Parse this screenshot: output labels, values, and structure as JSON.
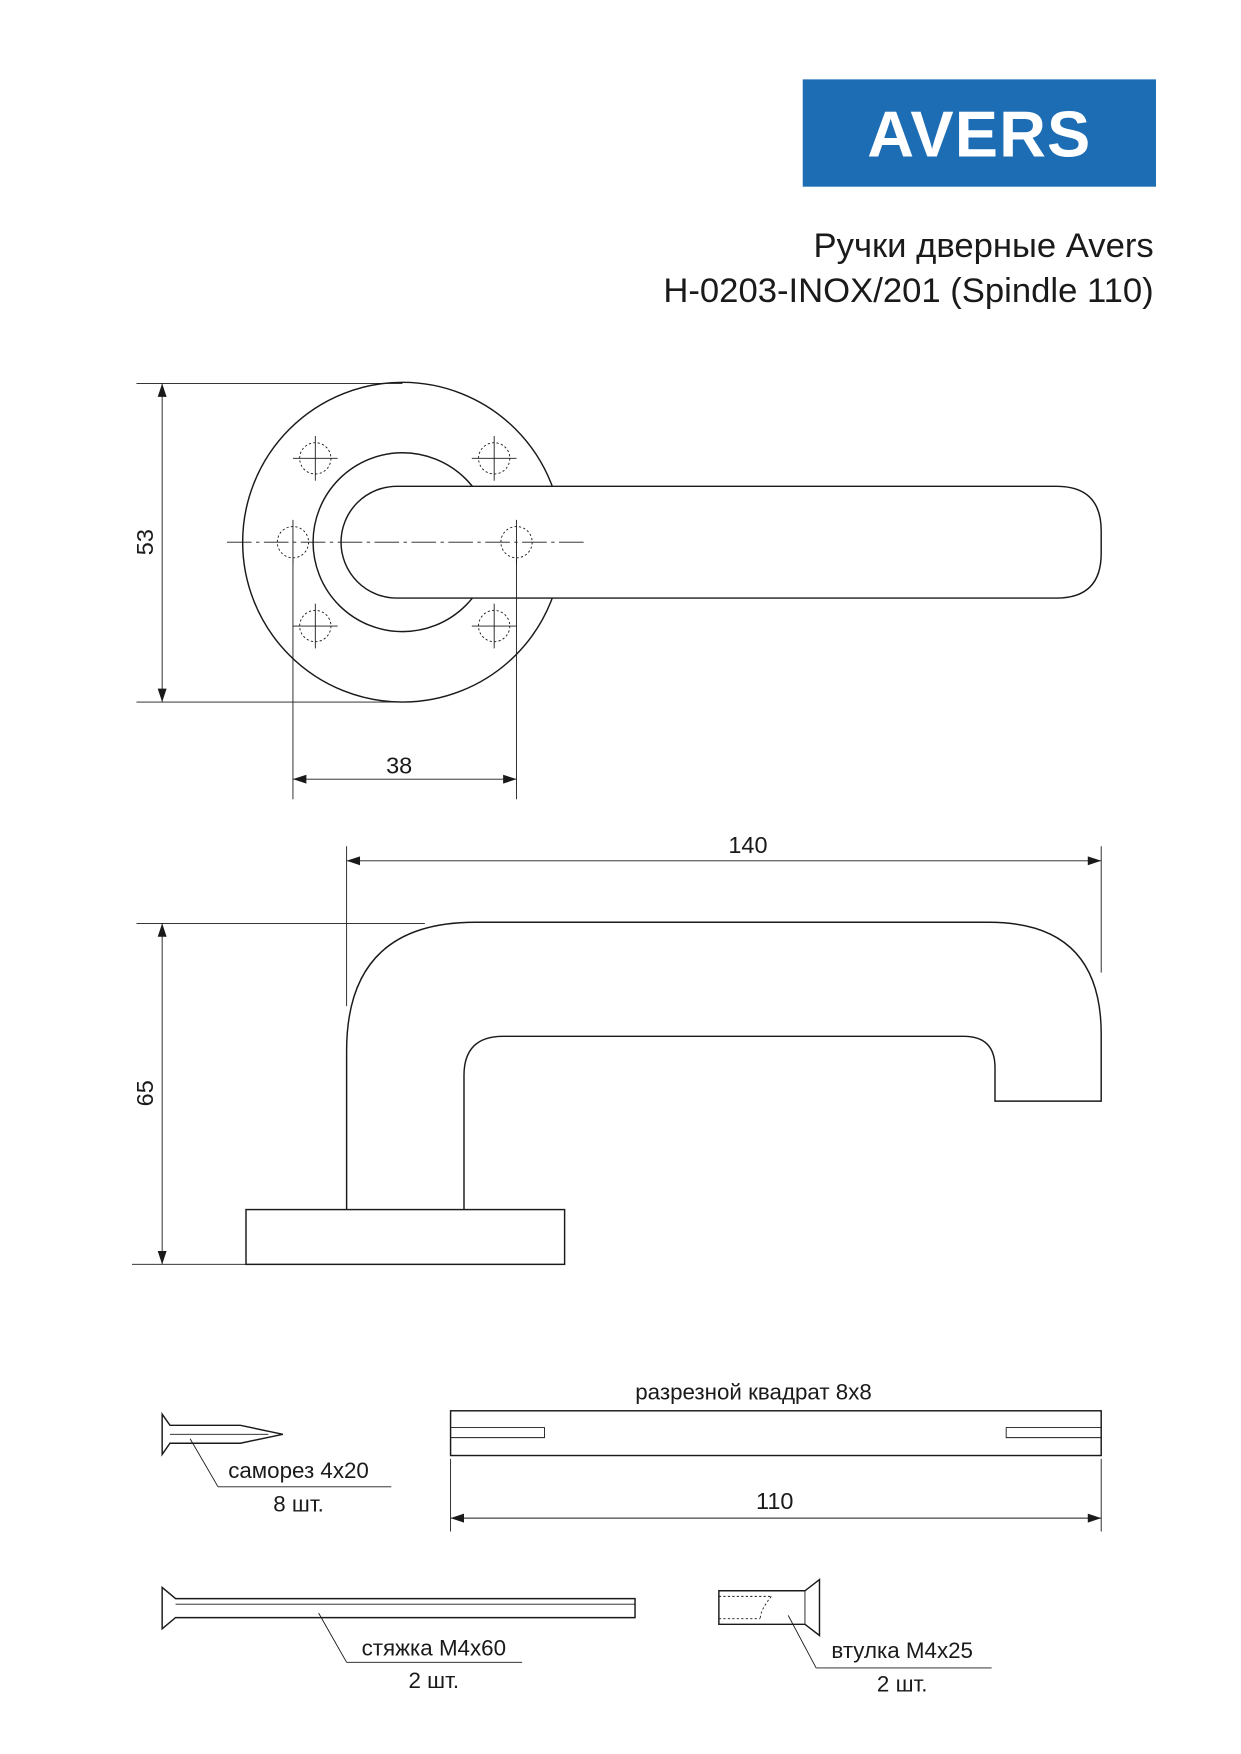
{
  "logo": {
    "text": "AVERS",
    "color": "#1d6db5"
  },
  "title": {
    "line1": "Ручки дверные Avers",
    "line2": "H-0203-INOX/201 (Spindle 110)"
  },
  "top_view": {
    "dim_height": "53",
    "dim_holes": "38"
  },
  "side_view": {
    "dim_length": "140",
    "dim_height": "65"
  },
  "parts": {
    "screw": {
      "label": "саморез 4х20",
      "qty": "8 шт."
    },
    "spindle": {
      "label": "разрезной квадрат 8х8",
      "dim_length": "110"
    },
    "bolt": {
      "label": "стяжка М4х60",
      "qty": "2 шт."
    },
    "sleeve": {
      "label": "втулка М4х25",
      "qty": "2 шт."
    }
  }
}
